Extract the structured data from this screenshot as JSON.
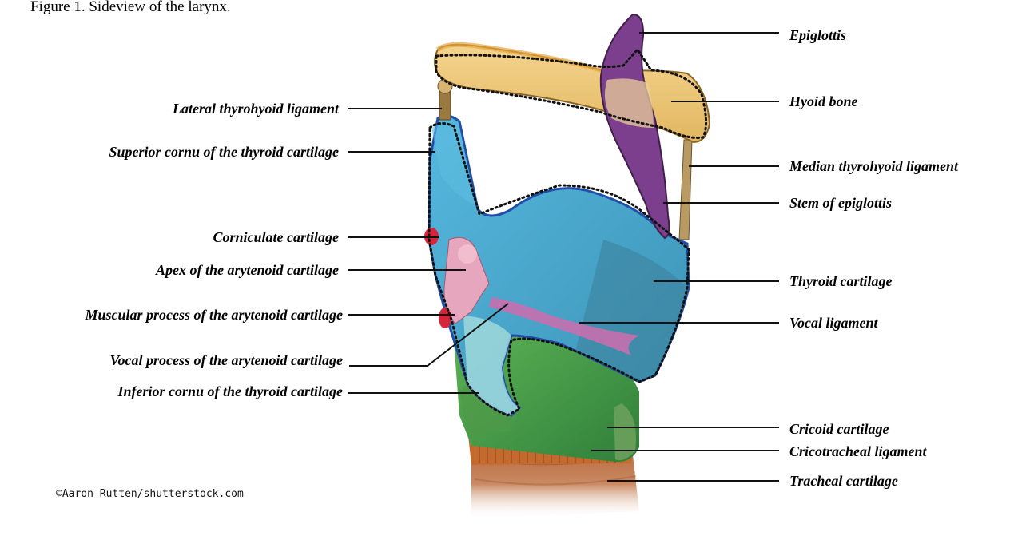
{
  "figure": {
    "caption": "Figure 1. Sideview of the larynx.",
    "credit": "©Aaron Rutten/shutterstock.com"
  },
  "labels_left": [
    "Lateral thyrohyoid ligament",
    "Superior cornu of the thyroid cartilage",
    "Corniculate cartilage",
    "Apex of the arytenoid cartilage",
    "Muscular process of the arytenoid cartilage",
    "Vocal process of the arytenoid cartilage",
    "Inferior cornu of the thyroid cartilage"
  ],
  "labels_right": [
    "Epiglottis",
    "Hyoid bone",
    "Median thyrohyoid ligament",
    "Stem of epiglottis",
    "Thyroid cartilage",
    "Vocal ligament",
    "Cricoid cartilage",
    "Cricotracheal ligament",
    "Tracheal cartilage"
  ],
  "colors": {
    "thyroid_cartilage": "#4aa9cf",
    "thyroid_lamina_dark": "#3f8fad",
    "hyoid_bone": "#f0c878",
    "epiglottis": "#7b3f8e",
    "cricoid_cartilage": "#3f9a48",
    "arytenoid": "#d98aa6",
    "corniculate": "#d6253a",
    "tracheal": "#b86a3a",
    "ligament": "#a88a55",
    "cartilage_edge": "#1f4fa8"
  }
}
